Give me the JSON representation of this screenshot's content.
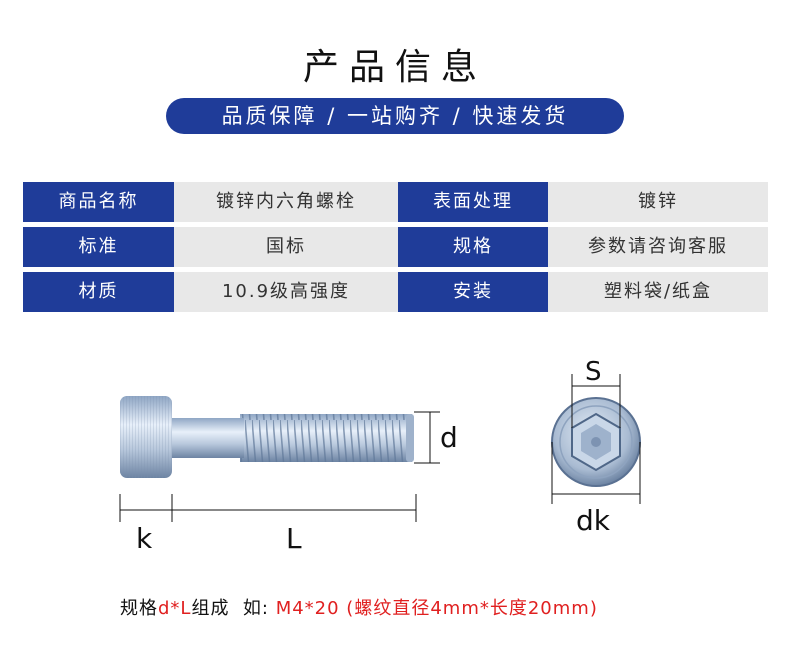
{
  "header": {
    "title": "产品信息",
    "banner": "品质保障 / 一站购齐 / 快速发货"
  },
  "table": {
    "rows": [
      {
        "label1": "商品名称",
        "value1": "镀锌内六角螺栓",
        "label2": "表面处理",
        "value2": "镀锌"
      },
      {
        "label1": "标准",
        "value1": "国标",
        "label2": "规格",
        "value2": "参数请咨询客服"
      },
      {
        "label1": "材质",
        "value1": "10.9级高强度",
        "label2": "安装",
        "value2": "塑料袋/纸盒"
      }
    ]
  },
  "diagram": {
    "labels": {
      "s": "S",
      "d": "d",
      "k": "k",
      "L": "L",
      "dk": "dk"
    }
  },
  "footer": {
    "prefix": "规格",
    "highlight1": "d*L",
    "middle": "组成  如: ",
    "highlight2": "M4*20 (螺纹直径4mm*长度20mm)"
  },
  "colors": {
    "accent": "#1f3c99",
    "cell_bg": "#e8e8e8",
    "highlight": "#e02020"
  }
}
